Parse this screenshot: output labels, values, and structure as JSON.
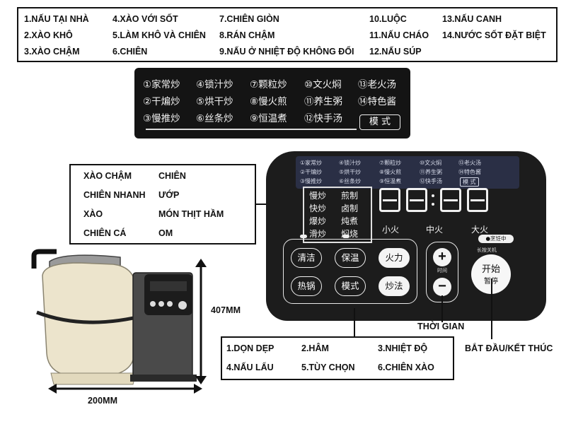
{
  "top_legend": {
    "items": [
      "1.NẤU TẠI NHÀ",
      "4.XÀO VỚI SỐT",
      "7.CHIÊN GIÒN",
      "10.LUỘC",
      "13.NẤU CANH",
      "2.XÀO KHÔ",
      "5.LÀM KHÔ VÀ CHIÊN",
      "8.RÁN CHẬM",
      "11.NẤU CHÁO",
      "14.NƯỚC SỐT ĐẶT BIỆT",
      "3.XÀO CHẬM",
      "6.CHIÊN",
      "9.NẤU Ở NHIỆT ĐỘ KHÔNG ĐỔI",
      "12.NẤU SÚP"
    ]
  },
  "cn_panel": {
    "items": [
      "①家常炒",
      "④锁汁炒",
      "⑦颗粒炒",
      "⑩文火焖",
      "⑬老火汤",
      "②干煸炒",
      "⑤烘干炒",
      "⑧慢火煎",
      "⑪养生粥",
      "⑭特色酱",
      "③慢推炒",
      "⑥丝条炒",
      "⑨恒温煮",
      "⑫快手汤"
    ],
    "mode_button": "模 式"
  },
  "mode_box": {
    "items": [
      "XÀO CHẬM",
      "CHIÊN",
      "CHIÊN NHANH",
      "ƯỚP",
      "XÀO",
      "MÓN THỊT HẦM",
      "CHIÊN CÁ",
      "OM"
    ]
  },
  "control_panel": {
    "top_items": [
      "①家常炒",
      "④锁汁炒",
      "⑦颗粒炒",
      "⑩文火焖",
      "⑬老火汤",
      "②干煸炒",
      "⑤烘干炒",
      "⑧慢火煎",
      "⑪养生粥",
      "⑭特色酱",
      "③慢推炒",
      "⑥丝条炒",
      "⑨恒温煮",
      "⑫快手汤",
      "模 式"
    ],
    "rect_items": [
      "慢炒",
      "煎制",
      "快炒",
      "卤制",
      "爆炒",
      "炖煮",
      "滑炒",
      "焖烧"
    ],
    "heat_labels": [
      "小火",
      "中火",
      "大火"
    ],
    "buttons": [
      "清洁",
      "保温",
      "火力",
      "热锅",
      "模式",
      "炒法"
    ],
    "time_label": "时间",
    "plus": "+",
    "minus": "−",
    "badge": "●烹饪中",
    "long_press": "长按关机",
    "start": "开始",
    "pause": "暂停"
  },
  "func_box": {
    "items": [
      "1.DỌN DẸP",
      "2.HÂM",
      "3.NHIỆT ĐỘ",
      "4.NẤU LẨU",
      "5.TÙY CHỌN",
      "6.CHIÊN XÀO"
    ]
  },
  "labels": {
    "time": "THỜI GIAN",
    "start_end": "BẮT ĐẦU/KẾT THÚC",
    "height": "407MM",
    "width": "200MM"
  },
  "colors": {
    "panel": "#1c1c1c",
    "panel_display": "#2a2f45",
    "appliance_body": "#ece4cc",
    "text": "#111111"
  }
}
